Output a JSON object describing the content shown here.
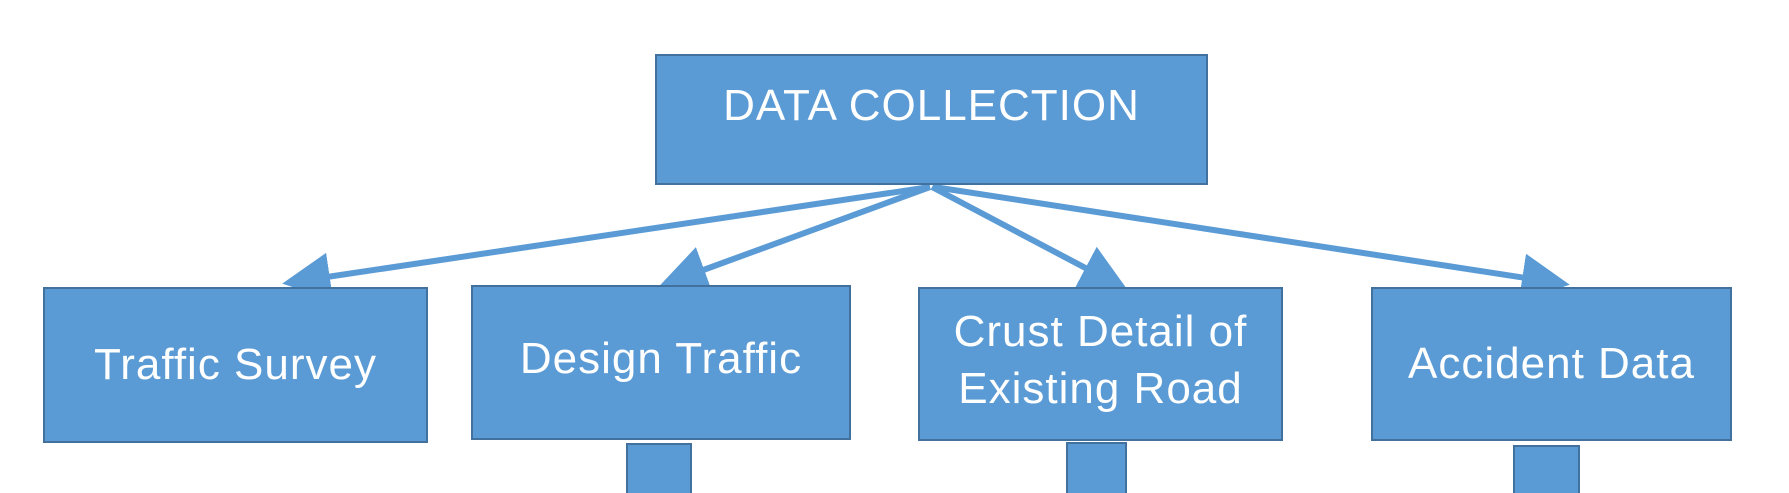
{
  "diagram": {
    "root": {
      "label": "DATA COLLECTION"
    },
    "children": [
      {
        "label": "Traffic Survey"
      },
      {
        "label": "Design Traffic"
      },
      {
        "label": "Crust Detail of\nExisting Road"
      },
      {
        "label": "Accident Data"
      }
    ]
  },
  "colors": {
    "box_fill": "#5b9bd5",
    "box_border": "#41719c",
    "text": "#ffffff",
    "connector": "#5b9bd5"
  }
}
